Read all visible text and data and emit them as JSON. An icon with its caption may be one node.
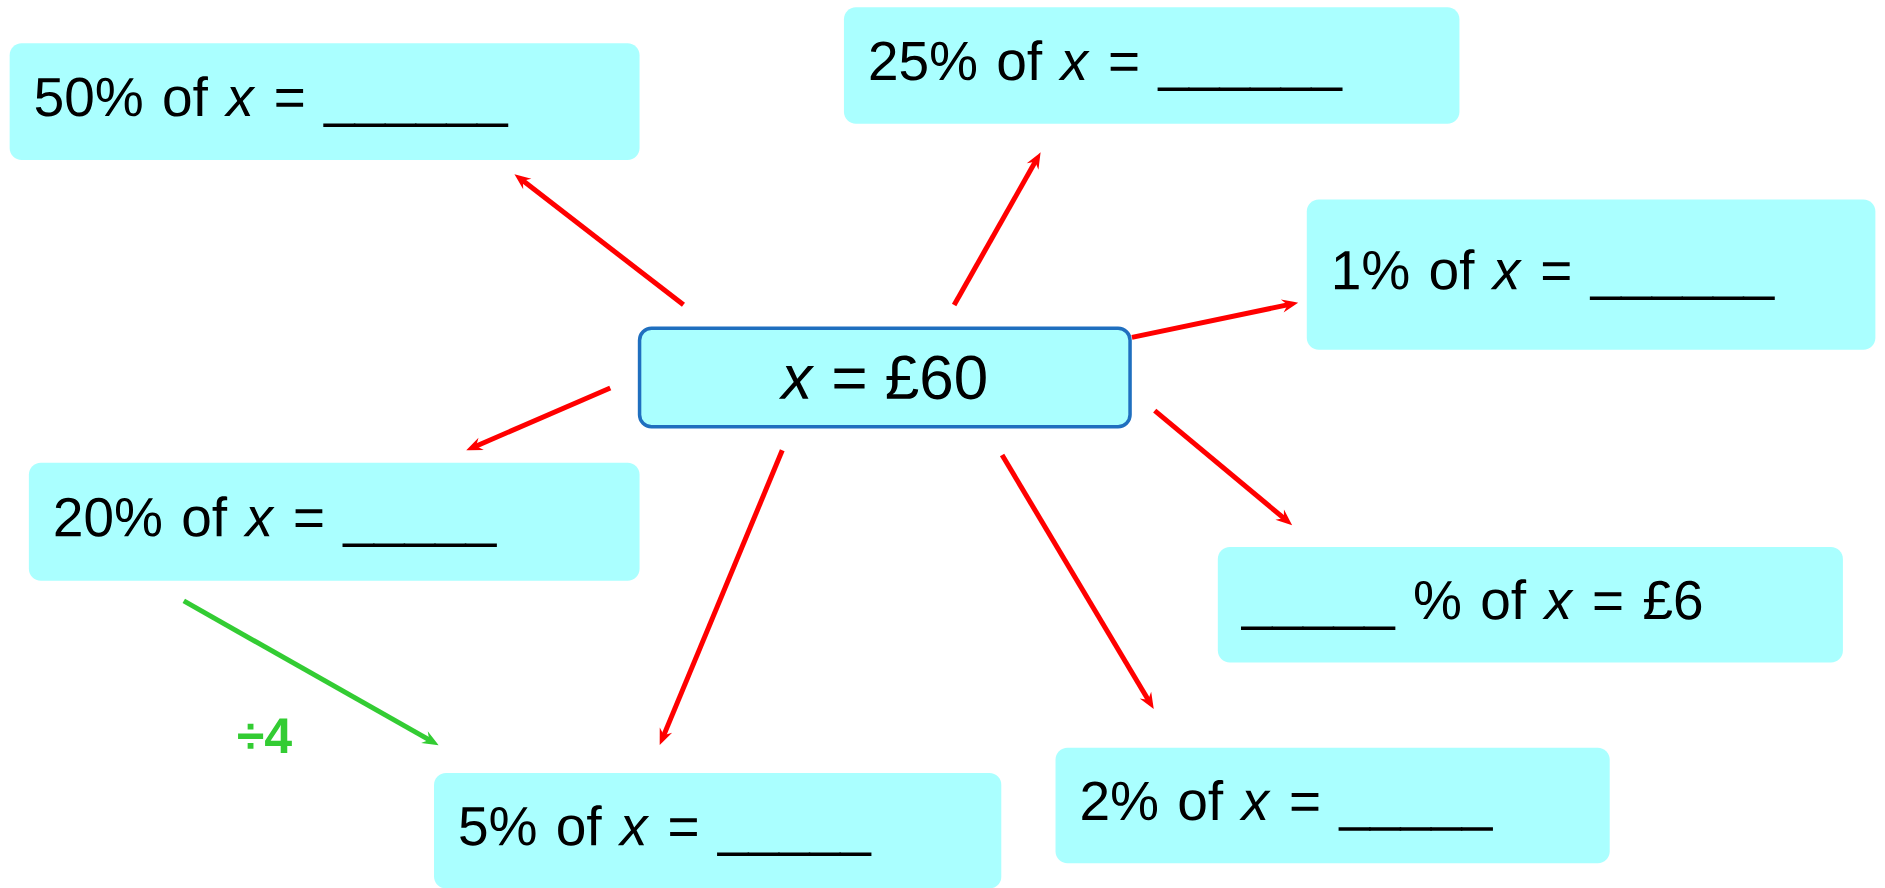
{
  "diagram": {
    "nodes": [
      {
        "text": [
          "*x* = £60"
        ]
      },
      {
        "text": [
          "50% of *x* = ______"
        ]
      },
      {
        "text": [
          "25% of *x* = ______"
        ]
      },
      {
        "text": [
          "1% of *x* = ______"
        ]
      },
      {
        "text": [
          "20% of *x* = _____"
        ]
      },
      {
        "text": [
          "_____ % of *x* = £6"
        ]
      },
      {
        "text": [
          "5% of *x* = _____"
        ]
      },
      {
        "text": [
          "2% of *x* = _____"
        ]
      }
    ],
    "edges": [
      {
        "from": 0,
        "to": 1,
        "arrow": "to"
      },
      {
        "from": 0,
        "to": 2,
        "arrow": "to"
      },
      {
        "from": 0,
        "to": 3,
        "arrow": "to"
      },
      {
        "from": 0,
        "to": 4,
        "arrow": "to"
      },
      {
        "from": 0,
        "to": 5,
        "arrow": "to"
      },
      {
        "from": 0,
        "to": 6,
        "arrow": "to"
      },
      {
        "from": 0,
        "to": 7,
        "arrow": "to"
      },
      {
        "from": 4,
        "to": 6,
        "arrow": "to",
        "label": "÷4",
        "color": "#33cc33"
      }
    ]
  }
}
